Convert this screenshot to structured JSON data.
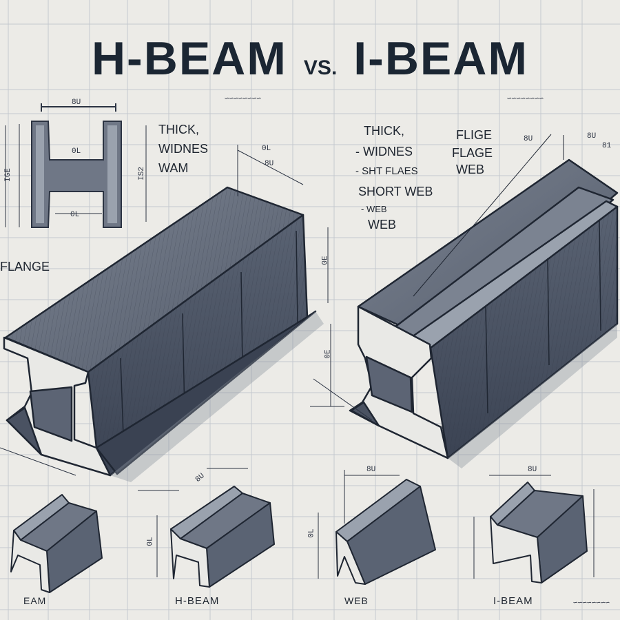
{
  "title": {
    "left": "H-BEAM",
    "vs": "VS.",
    "right": "I-BEAM"
  },
  "header_marks": {
    "left": "∽∽∽∽∽∽∽∽",
    "right": "∽∽∽∽∽∽∽∽"
  },
  "left_notes": {
    "n1": "THICK,",
    "n2": "WIDNES",
    "n3": "WAM",
    "flange": "FLANGE"
  },
  "right_notes": {
    "n1": "THICK,",
    "n2": "- WIDNES",
    "n3": "- SHT FLAES",
    "n4": "SHORT WEB",
    "n5": "- WEB",
    "n6": "WEB",
    "side1": "FLIGE",
    "side2": "FLAGE",
    "side3": "WEB"
  },
  "dims": {
    "d1": "8U",
    "d2": "0L",
    "d3": "0L",
    "d4": "IGE",
    "d5": "IS2",
    "d6": "0L",
    "d7": "8U",
    "d8": "0E",
    "d9": "0E",
    "d10": "8U",
    "d11": "8U",
    "d12": "81",
    "d13": "8U",
    "d14": "0L",
    "d15": "8U",
    "d16": "0L",
    "d17": "8U"
  },
  "captions": {
    "c1": "EAM",
    "c2": "H-BEAM",
    "c3": "WEB",
    "c4": "I-BEAM",
    "c5": "∽∽∽∽∽∽∽∽"
  },
  "colors": {
    "paper": "#ecebe7",
    "grid": "#c4c8cf",
    "ink": "#1b2633",
    "steel_top": "#6d7583",
    "steel_side": "#4f5868",
    "steel_dark": "#3a4252",
    "steel_light": "#9aa2ae"
  }
}
